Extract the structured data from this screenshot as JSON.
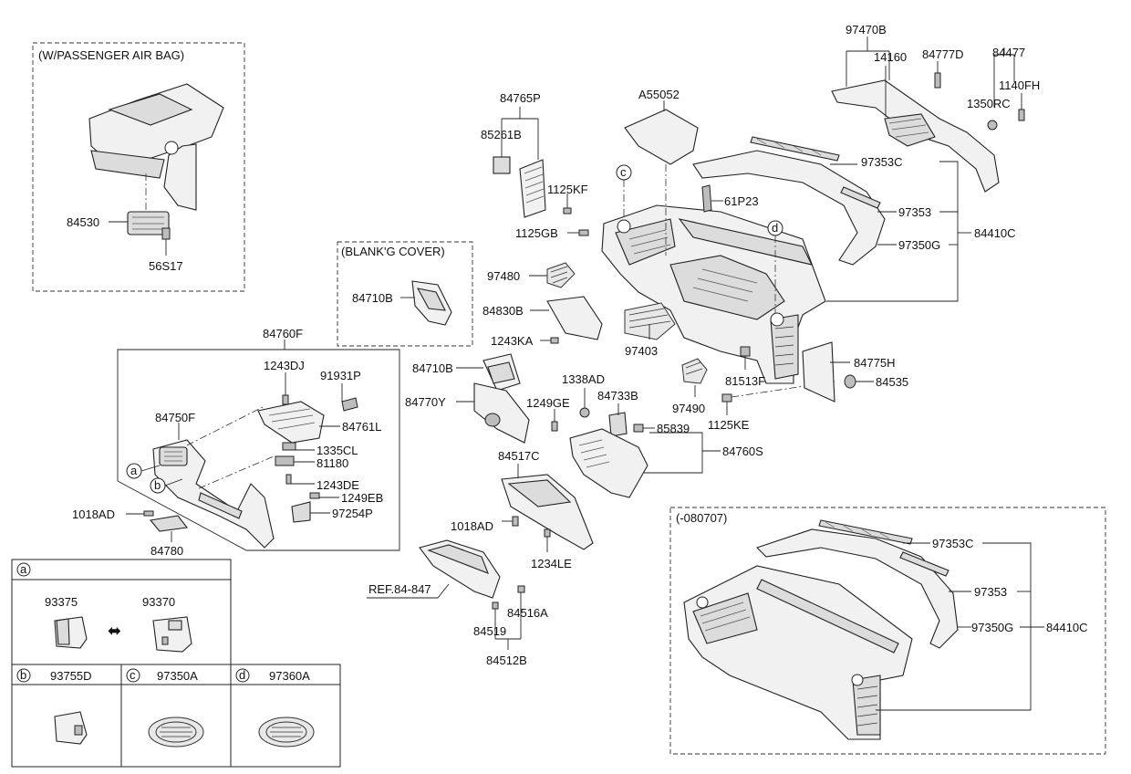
{
  "boxes": {
    "airbag_title": "(W/PASSENGER AIR BAG)",
    "blank_cover_title": "(BLANK'G COVER)",
    "old_version_title": "(-080707)",
    "ref_label": "REF.84-847"
  },
  "legend": {
    "a": {
      "letter": "a",
      "parts": [
        "93375",
        "93370"
      ]
    },
    "b": {
      "letter": "b",
      "part": "93755D"
    },
    "c": {
      "letter": "c",
      "part": "97350A"
    },
    "d": {
      "letter": "d",
      "part": "97360A"
    },
    "swap_symbol": "⬌"
  },
  "callouts": {
    "c": "c",
    "d": "d",
    "a": "a",
    "b": "b"
  },
  "part_labels": {
    "p84530": "84530",
    "p56S17": "56S17",
    "p97470B": "97470B",
    "p14160": "14160",
    "p84777D": "84777D",
    "p84477": "84477",
    "p1140FH": "1140FH",
    "p1350RC": "1350RC",
    "p84765P": "84765P",
    "pA55052": "A55052",
    "p85261B": "85261B",
    "p1125KF": "1125KF",
    "p97353C": "97353C",
    "p61P23": "61P23",
    "p97353": "97353",
    "p1125GB": "1125GB",
    "p84410C": "84410C",
    "p97350G": "97350G",
    "p97480": "97480",
    "p84710B_a": "84710B",
    "p84830B": "84830B",
    "p84760F": "84760F",
    "p1243KA": "1243KA",
    "p97403": "97403",
    "p84775H": "84775H",
    "p1243DJ": "1243DJ",
    "p91931P": "91931P",
    "p84710B_b": "84710B",
    "p1338AD": "1338AD",
    "p84535": "84535",
    "p81513F": "81513F",
    "p84733B": "84733B",
    "p97490": "97490",
    "p84770Y": "84770Y",
    "p1249GE": "1249GE",
    "p84750F": "84750F",
    "p84761L": "84761L",
    "p1125KE": "1125KE",
    "p85839": "85839",
    "p84517C": "84517C",
    "p84760S": "84760S",
    "p1335CL": "1335CL",
    "p81180": "81180",
    "p1243DE": "1243DE",
    "p1249EB": "1249EB",
    "p1018AD_l": "1018AD",
    "p97254P": "97254P",
    "p1018AD_m": "1018AD",
    "p84780": "84780",
    "p1234LE": "1234LE",
    "p84516A": "84516A",
    "p84519": "84519",
    "p84512B": "84512B",
    "p97353C_b": "97353C",
    "p97353_b": "97353",
    "p97350G_b": "97350G",
    "p84410C_b": "84410C"
  }
}
